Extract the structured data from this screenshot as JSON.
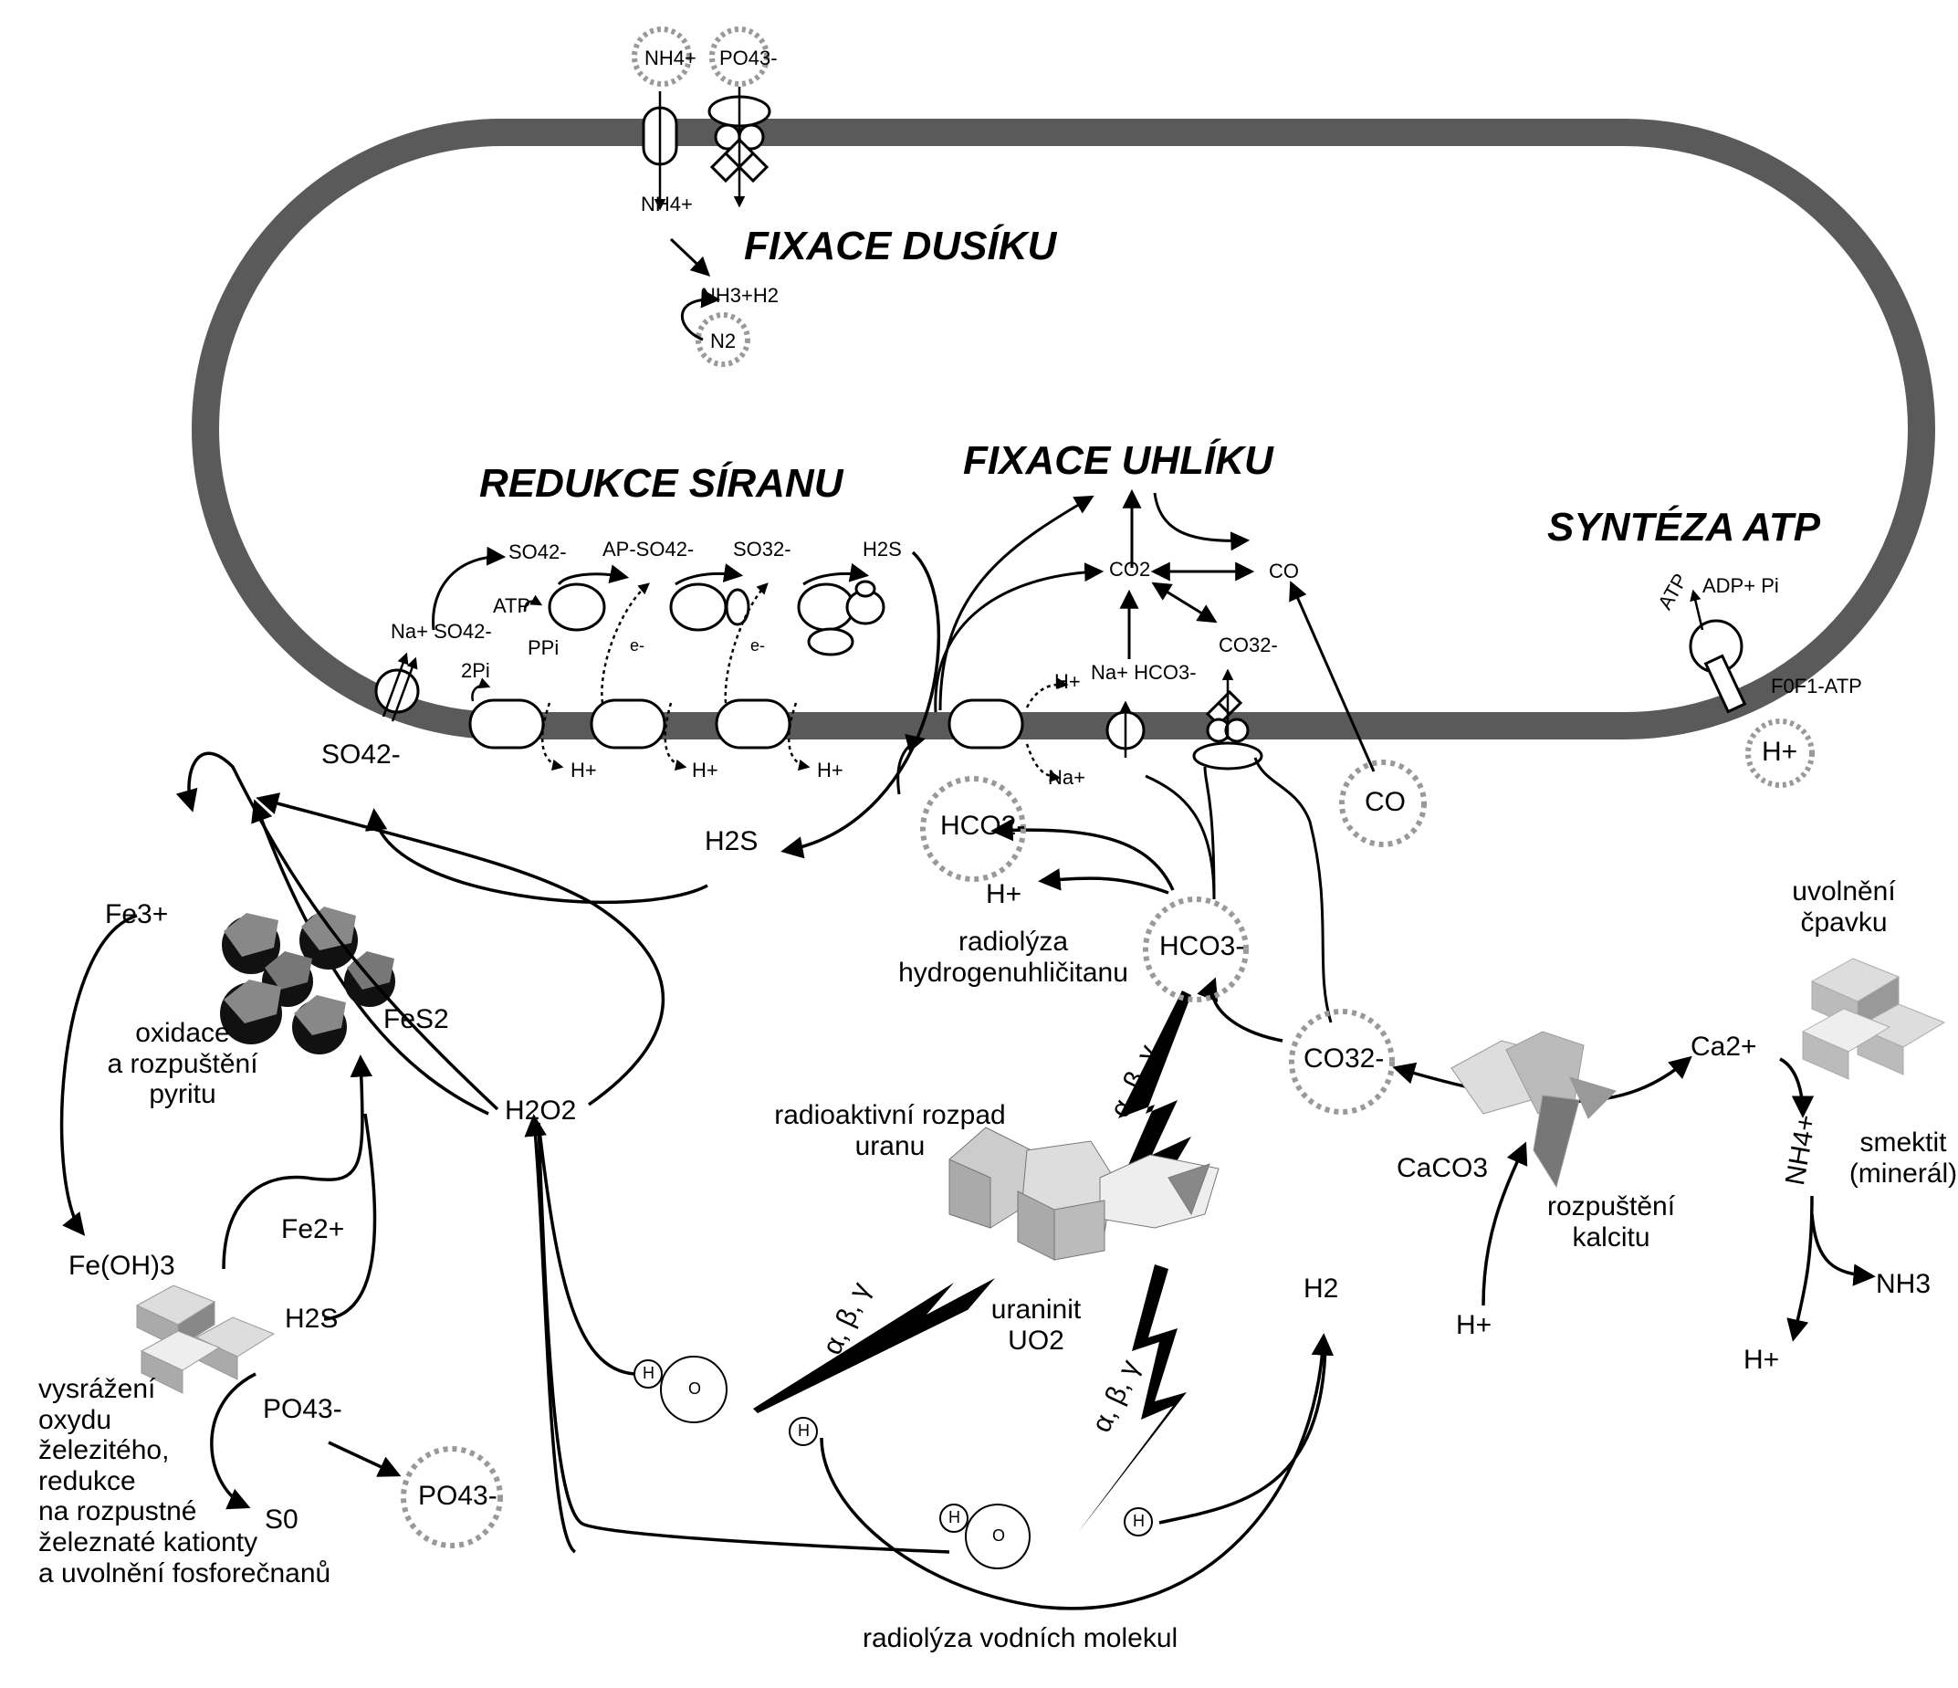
{
  "headings": {
    "nitrogen": "FIXACE DUSÍKU",
    "sulfate": "REDUKCE SÍRANU",
    "carbon": "FIXACE UHLÍKU",
    "atp": "SYNTÉZA ATP"
  },
  "cell": {
    "nh4_out": "NH4+",
    "po4_out": "PO43-",
    "nh4_in": "NH4+",
    "nh3_h2": "NH3+H2",
    "n2": "N2",
    "so4_top": "SO42-",
    "ap_so4": "AP-SO42-",
    "so3": "SO32-",
    "h2s_in": "H2S",
    "atp_small": "ATP",
    "pp_i": "PPi",
    "two_pi": "2Pi",
    "na_so4": "Na+ SO42-",
    "e1": "e-",
    "e2": "e-",
    "h1": "H+",
    "h2": "H+",
    "h3": "H+",
    "h4": "H+",
    "na_plus": "Na+",
    "co2": "CO2",
    "co_in": "CO",
    "co3_in": "CO32-",
    "na_hco3": "Na+ HCO3-",
    "atp_r": "ATP",
    "adp_pi": "ADP+ Pi",
    "f0f1": "F0F1-ATP"
  },
  "outside": {
    "so4": "SO42-",
    "h2s_mid": "H2S",
    "fe3": "Fe3+",
    "fes2": "FeS2",
    "pyrite_ox": "oxidace\na rozpuštění\npyritu",
    "h2o2": "H2O2",
    "fe_oh3": "Fe(OH)3",
    "fe2": "Fe2+",
    "h2s_low": "H2S",
    "po4_mid": "PO43-",
    "s0": "S0",
    "po4_circle": "PO43-",
    "precip": "vysrážení\noxydu\nželezitého,\nredukce\nna rozpustné\nželeznaté kationty\na uvolnění  fosforečnanů",
    "hco2": "HCO2-",
    "h_plus_left": "H+",
    "radiolysis_hco3": "radiolýza\nhydrogenuhličitanu",
    "hco3": "HCO3-",
    "co_circle": "CO",
    "co3": "CO32-",
    "radioactive": "radioaktivní rozpad\nuranu",
    "abg1": "α, β, γ",
    "abg2": "α, β, γ",
    "abg3": "α, β, γ",
    "uraninite": "uraninit\nUO2",
    "h2_gas": "H2",
    "caco3": "CaCO3",
    "calcite": "rozpuštění\nkalcitu",
    "h_plus_calc": "H+",
    "ca2": "Ca2+",
    "nh4_side": "NH4+",
    "ammonia_release": "uvolnění\nčpavku",
    "smectite": "smektit\n(minerál)",
    "h_plus_right": "H+",
    "nh3": "NH3",
    "h_circle": "H+",
    "water_radiolysis": "radiolýza vodních molekul",
    "atom_h": "H",
    "atom_o": "O"
  }
}
